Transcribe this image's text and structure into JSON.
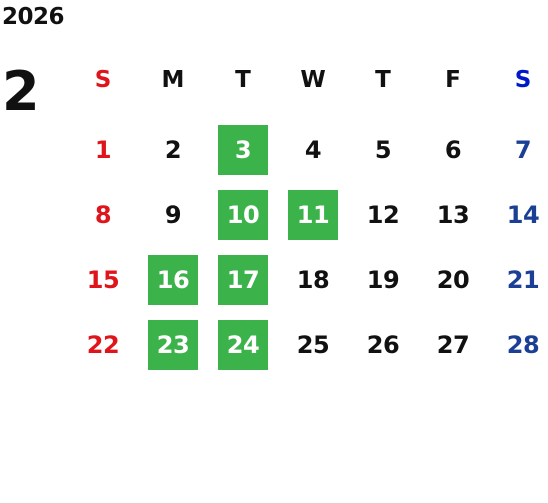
{
  "calendar": {
    "year": "2026",
    "month": "2",
    "weekdays": [
      "S",
      "M",
      "T",
      "W",
      "T",
      "F",
      "S"
    ],
    "colors": {
      "sunday_header": "#e0141b",
      "saturday_header": "#0019c8",
      "sunday": "#e0141b",
      "saturday": "#1c3f96",
      "weekday": "#111111",
      "highlight_bg": "#3bb34a",
      "highlight_text": "#ffffff"
    },
    "weeks": [
      [
        {
          "day": "1",
          "highlight": false
        },
        {
          "day": "2",
          "highlight": false
        },
        {
          "day": "3",
          "highlight": true
        },
        {
          "day": "4",
          "highlight": false
        },
        {
          "day": "5",
          "highlight": false
        },
        {
          "day": "6",
          "highlight": false
        },
        {
          "day": "7",
          "highlight": false
        }
      ],
      [
        {
          "day": "8",
          "highlight": false
        },
        {
          "day": "9",
          "highlight": false
        },
        {
          "day": "10",
          "highlight": true
        },
        {
          "day": "11",
          "highlight": true
        },
        {
          "day": "12",
          "highlight": false
        },
        {
          "day": "13",
          "highlight": false
        },
        {
          "day": "14",
          "highlight": false
        }
      ],
      [
        {
          "day": "15",
          "highlight": false
        },
        {
          "day": "16",
          "highlight": true
        },
        {
          "day": "17",
          "highlight": true
        },
        {
          "day": "18",
          "highlight": false
        },
        {
          "day": "19",
          "highlight": false
        },
        {
          "day": "20",
          "highlight": false
        },
        {
          "day": "21",
          "highlight": false
        }
      ],
      [
        {
          "day": "22",
          "highlight": false
        },
        {
          "day": "23",
          "highlight": true
        },
        {
          "day": "24",
          "highlight": true
        },
        {
          "day": "25",
          "highlight": false
        },
        {
          "day": "26",
          "highlight": false
        },
        {
          "day": "27",
          "highlight": false
        },
        {
          "day": "28",
          "highlight": false
        }
      ]
    ]
  }
}
